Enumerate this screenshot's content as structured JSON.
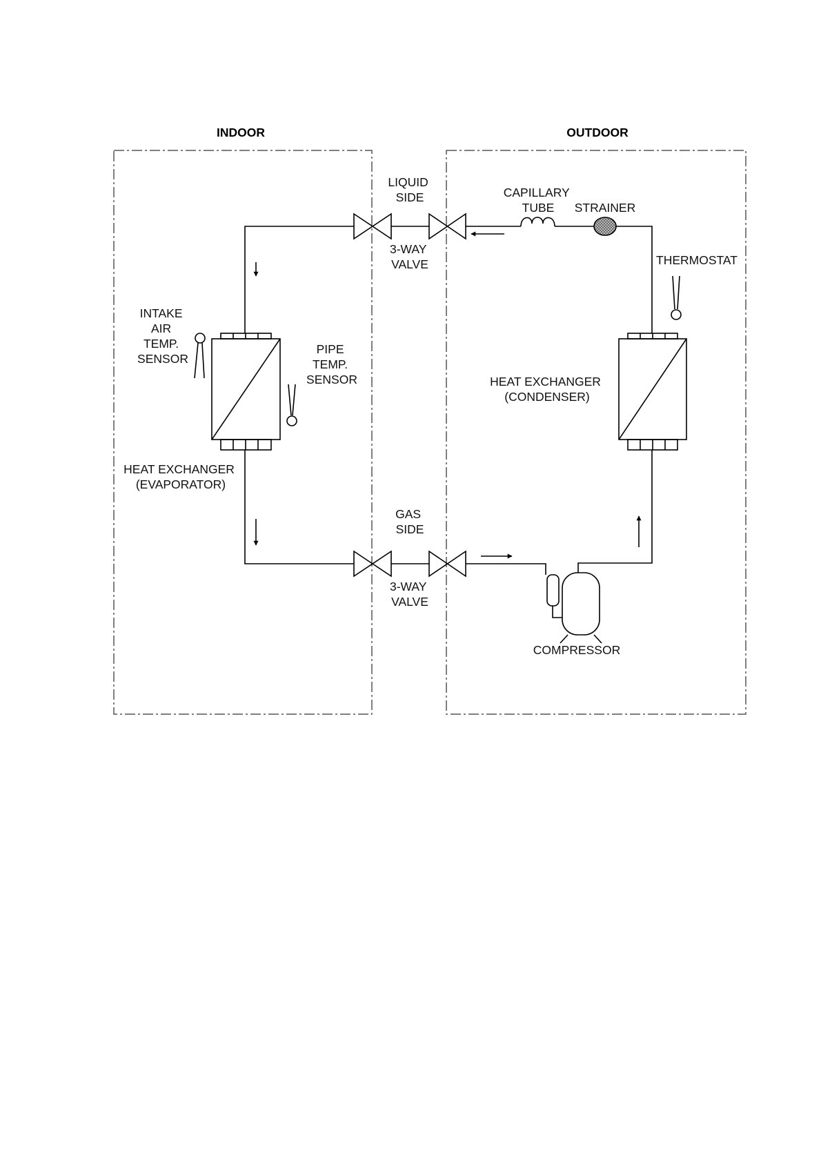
{
  "zones": {
    "indoor": "INDOOR",
    "outdoor": "OUTDOOR"
  },
  "labels": {
    "liquid_side": [
      "LIQUID",
      "SIDE"
    ],
    "gas_side": [
      "GAS",
      "SIDE"
    ],
    "valve_top": [
      "3-WAY",
      "VALVE"
    ],
    "valve_bottom": [
      "3-WAY",
      "VALVE"
    ],
    "capillary_tube": [
      "CAPILLARY",
      "TUBE"
    ],
    "strainer": "STRAINER",
    "thermostat": "THERMOSTAT",
    "intake_air_temp_sensor": [
      "INTAKE",
      "AIR",
      "TEMP.",
      "SENSOR"
    ],
    "pipe_temp_sensor": [
      "PIPE",
      "TEMP.",
      "SENSOR"
    ],
    "evaporator": [
      "HEAT EXCHANGER",
      "(EVAPORATOR)"
    ],
    "condenser": [
      "HEAT EXCHANGER",
      "(CONDENSER)"
    ],
    "compressor": "COMPRESSOR"
  }
}
